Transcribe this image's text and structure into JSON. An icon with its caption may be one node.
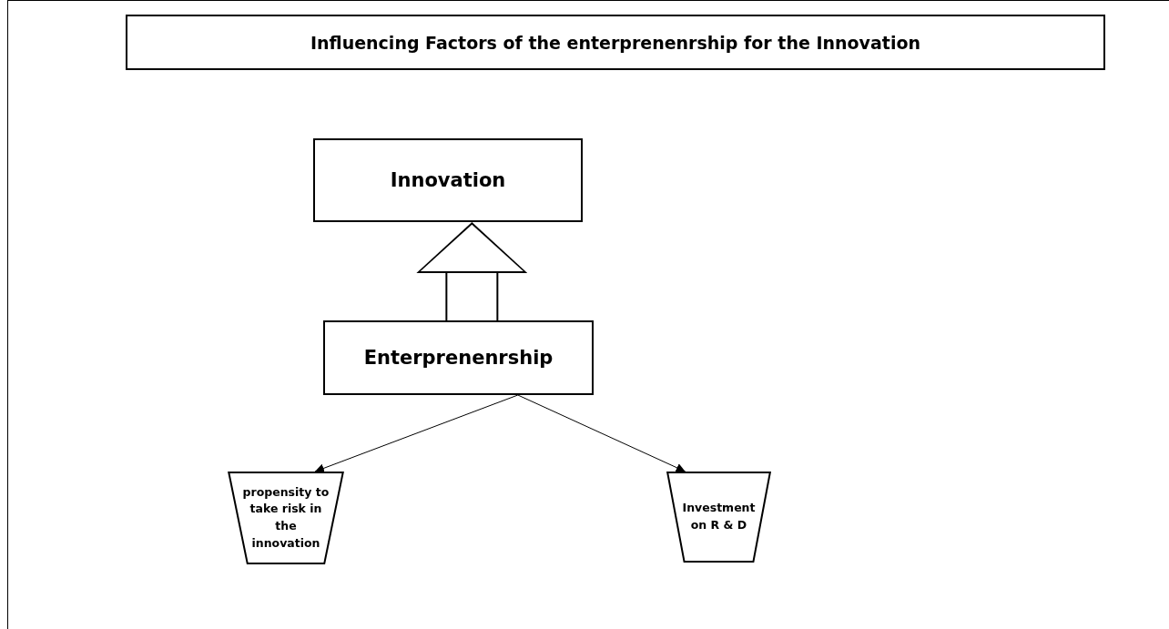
{
  "diagram": {
    "title": "Influencing Factors of the enterprenenrship for the Innovation",
    "nodes": [
      {
        "text": [
          "Innovation"
        ]
      },
      {
        "text": [
          "Enterprenenrship"
        ]
      },
      {
        "text": [
          "propensity to take risk in the innovation"
        ]
      },
      {
        "text": [
          "Investment on R & D"
        ]
      }
    ],
    "edges": [
      {
        "from": 1,
        "to": 0,
        "arrow": "to",
        "style": "thick"
      },
      {
        "from": 1,
        "to": 2,
        "arrow": "to"
      },
      {
        "from": 1,
        "to": 3,
        "arrow": "to"
      }
    ]
  }
}
